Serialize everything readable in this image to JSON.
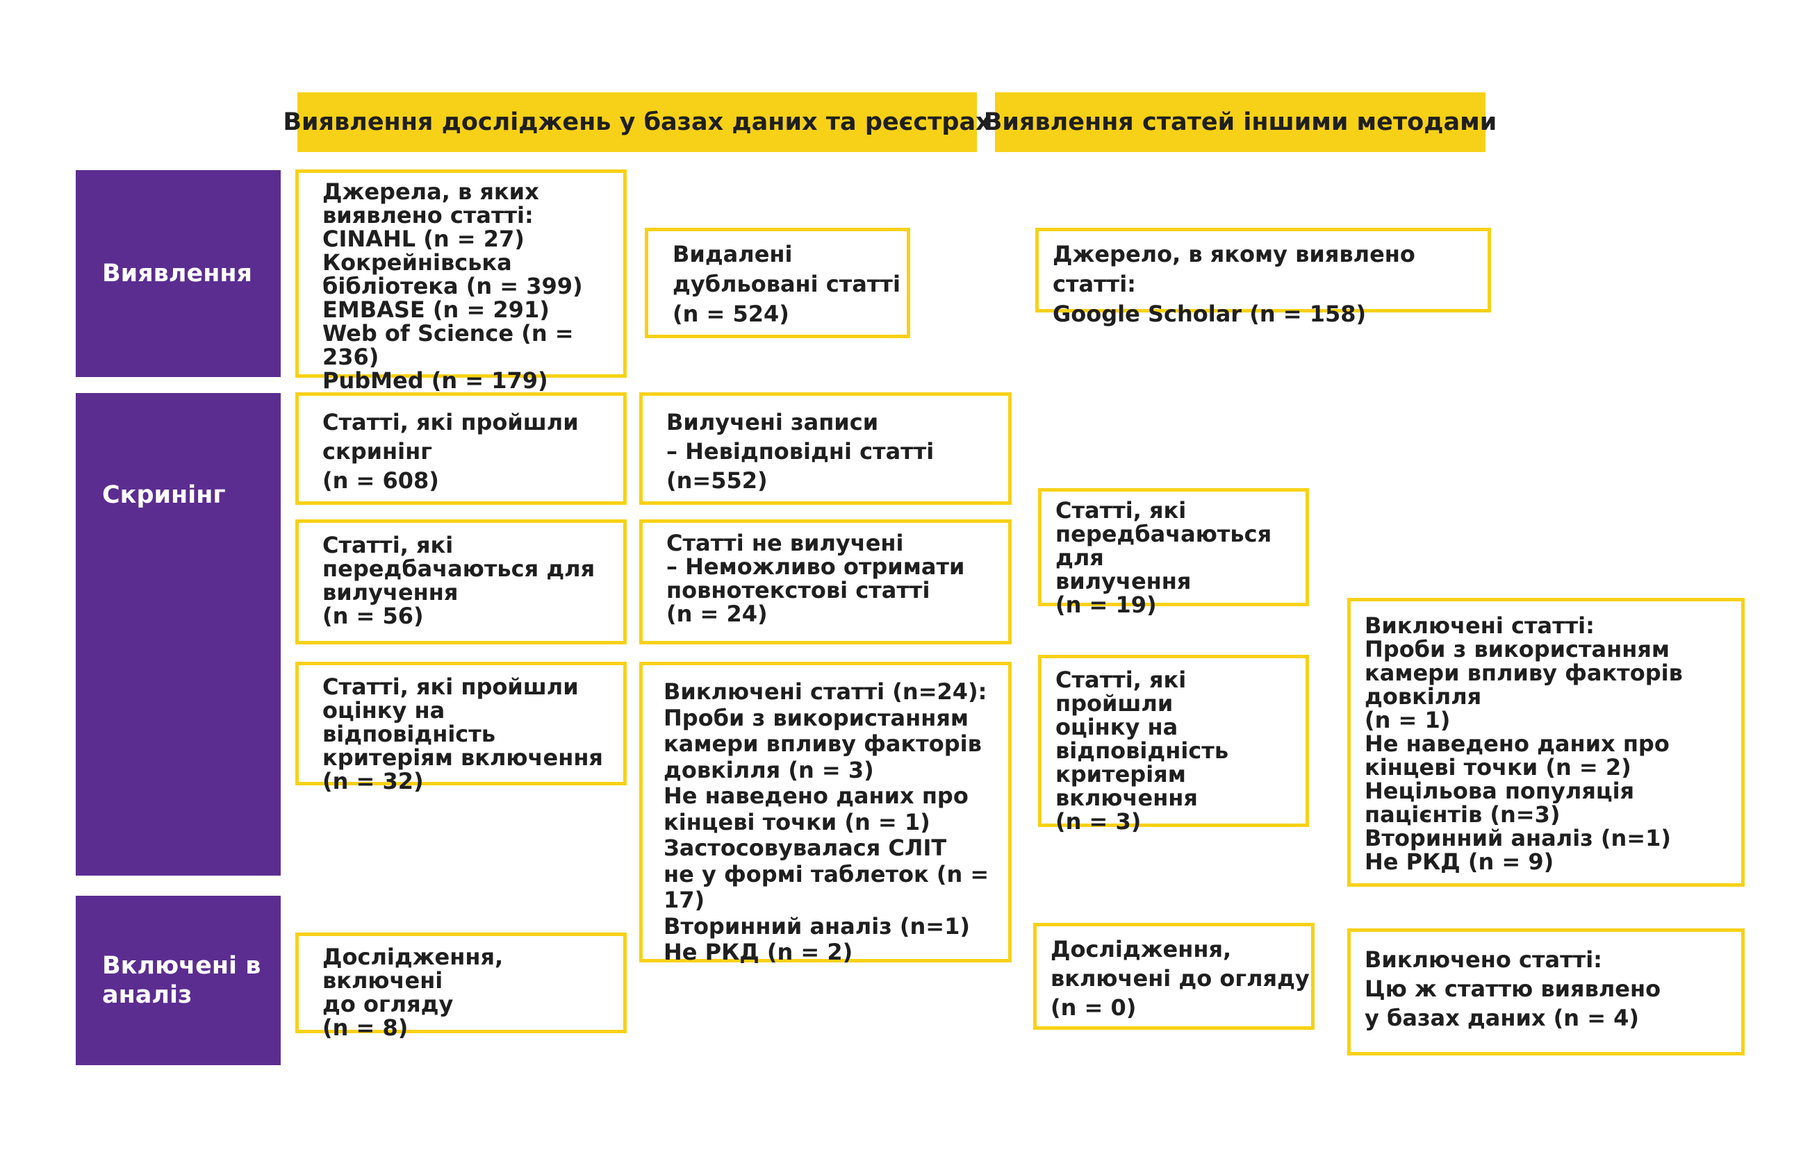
{
  "colors": {
    "accent_yellow": "#f7d117",
    "phase_purple": "#5b2d90",
    "text": "#1f1f1f"
  },
  "headers": {
    "databases": "Виявлення досліджень у базах даних та реєстрах",
    "other_methods": "Виявлення статей іншими методами"
  },
  "phases": {
    "identification": "Виявлення",
    "screening": "Скринінг",
    "included": "Включені в\nаналіз"
  },
  "boxes": {
    "db_sources": "Джерела, в яких\nвиявлено статті:\nCINAHL (n = 27)\nКокрейнівська\nбібліотека (n = 399)\nEMBASE (n = 291)\nWeb of Science (n = 236)\nPubMed (n = 179)",
    "db_duplicates": "Видалені\nдубльовані статті\n(n = 524)",
    "db_screened": "Статті, які пройшли\nскринінг\n(n = 608)",
    "db_excluded_records": "Вилучені записи\n– Невідповідні статті\n(n=552)",
    "db_sought": "Статті, які\nпередбачаються для\nвилучення\n (n = 56)",
    "db_not_retrieved": "Статті не вилучені\n– Неможливо отримати\nповнотекстові статті\n(n = 24)",
    "db_assessed": "Статті, які пройшли\nоцінку на відповідність\nкритеріям включення\n(n = 32)",
    "db_excluded_reports": "Виключені статті (n=24):\nПроби з використанням\nкамери впливу факторів\nдовкілля (n = 3)\nНе наведено даних про\nкінцеві точки (n = 1)\nЗастосовувалася СЛІТ\nне у формі таблеток (n = 17)\nВторинний аналіз (n=1)\nНе РКД (n = 2)",
    "db_included": "Дослідження, включені\nдо огляду\n(n = 8)",
    "other_sources": "Джерело, в якому виявлено статті:\nGoogle Scholar (n = 158)",
    "other_sought": "Статті, які\nпередбачаються для\nвилучення\n(n = 19)",
    "other_assessed": "Статті, які пройшли\nоцінку на\nвідповідність\nкритеріям\nвключення\n(n = 3)",
    "other_included": "Дослідження,\nвключені до огляду\n(n = 0)",
    "other_excluded_reports": "Виключені статті:\nПроби з використанням\nкамери впливу факторів\nдовкілля\n(n = 1)\nНе наведено даних про\nкінцеві точки (n = 2)\nНецільова популяція\nпацієнтів (n=3)\nВторинний аналіз (n=1)\nНе РКД (n = 9)",
    "other_excluded_duplicate": "Виключено статті:\nЦю ж статтю виявлено\nу базах даних (n = 4)"
  }
}
